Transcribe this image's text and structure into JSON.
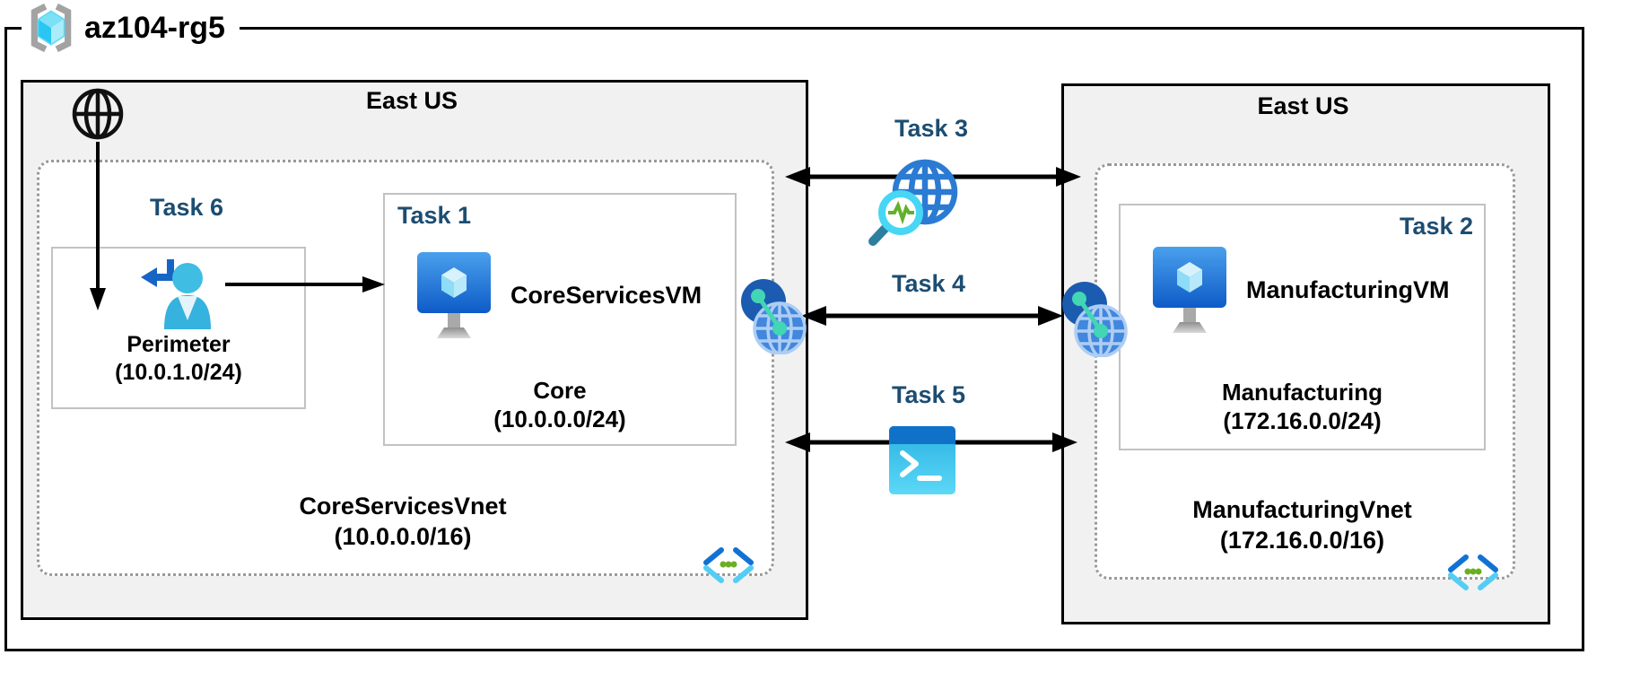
{
  "resource_group": {
    "name": "az104-rg5"
  },
  "left_region": {
    "name": "East US",
    "task6_label": "Task 6",
    "perimeter_subnet": {
      "name": "Perimeter",
      "cidr": "(10.0.1.0/24)"
    },
    "task1": {
      "label": "Task 1",
      "vm_name": "CoreServicesVM"
    },
    "core_subnet": {
      "name": "Core",
      "cidr": "(10.0.0.0/24)"
    },
    "vnet": {
      "name": "CoreServicesVnet",
      "cidr": "(10.0.0.0/16)"
    }
  },
  "right_region": {
    "name": "East US",
    "task2": {
      "label": "Task 2",
      "vm_name": "ManufacturingVM"
    },
    "manufacturing_subnet": {
      "name": "Manufacturing",
      "cidr": "(172.16.0.0/24)"
    },
    "vnet": {
      "name": "ManufacturingVnet",
      "cidr": "(172.16.0.0/16)"
    }
  },
  "peering_tasks": {
    "task3_label": "Task 3",
    "task4_label": "Task 4",
    "task5_label": "Task 5"
  },
  "icons": {
    "resource_group": "resource-group-brackets-cube-icon",
    "internet": "internet-globe-icon",
    "perimeter_user": "user-sign-in-icon",
    "virtual_machine": "azure-vm-icon",
    "network_watcher": "network-watcher-globe-magnifier-icon",
    "vnet_peering": "vnet-peering-icon",
    "powershell": "powershell-terminal-icon",
    "virtual_network": "virtual-network-brackets-icon"
  },
  "colors": {
    "task_label": "#1c4d72",
    "region_fill": "#f1f1f1",
    "azure_blue": "#1172d4",
    "cyan": "#54cdf4",
    "teal_link": "#42d6b4",
    "green_dots": "#6cae22",
    "vm_monitor_top": "#4aa0ec",
    "vm_monitor_bottom": "#0e5bc8"
  }
}
